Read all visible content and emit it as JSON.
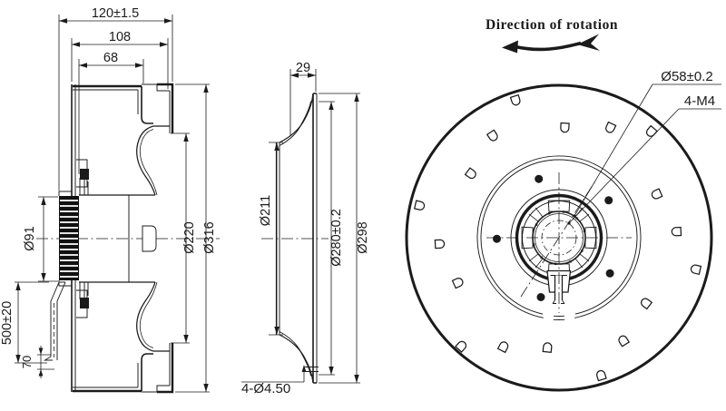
{
  "page": {
    "background": "#ffffff",
    "line_color": "#1b1b1b"
  },
  "labels": {
    "overall_depth": "120±1.5",
    "flange_depth": "108",
    "motor_depth": "68",
    "motor_dia": "Ø91",
    "cable_length": "500±20",
    "cable_tail": "70",
    "inlet_dia": "Ø220",
    "outer_dia": "Ø316",
    "ring_depth": "29",
    "ring_inner_dia": "Ø211",
    "ring_fit_dia": "Ø280±0.2",
    "ring_outer_dia": "Ø298",
    "ring_holes": "4-Ø4.50",
    "hub_dia": "Ø58±0.2",
    "hub_holes": "4-M4",
    "rotation_label": "Direction of rotation"
  }
}
